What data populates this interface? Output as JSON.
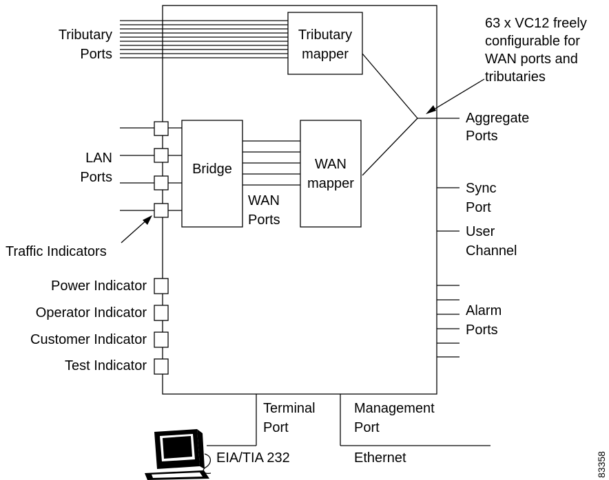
{
  "labels": {
    "tributary_ports": [
      "Tributary",
      "Ports"
    ],
    "tributary_mapper": [
      "Tributary",
      "mapper"
    ],
    "vc12_note": [
      "63 x VC12 freely",
      "configurable for",
      "WAN ports and",
      "tributaries"
    ],
    "aggregate_ports": [
      "Aggregate",
      "Ports"
    ],
    "lan_ports": [
      "LAN",
      "Ports"
    ],
    "bridge": "Bridge",
    "wan_mapper": [
      "WAN",
      "mapper"
    ],
    "wan_ports": [
      "WAN",
      "Ports"
    ],
    "sync_port": [
      "Sync",
      "Port"
    ],
    "user_channel": [
      "User",
      "Channel"
    ],
    "traffic_indicators": "Traffic Indicators",
    "power_indicator": "Power Indicator",
    "operator_indicator": "Operator Indicator",
    "customer_indicator": "Customer Indicator",
    "test_indicator": "Test Indicator",
    "alarm_ports": [
      "Alarm",
      "Ports"
    ],
    "terminal_port": [
      "Terminal",
      "Port"
    ],
    "management_port": [
      "Management",
      "Port"
    ],
    "eia_tia_232": "EIA/TIA 232",
    "ethernet": "Ethernet",
    "figure_id": "83358"
  },
  "icons": {
    "computer": "computer-terminal-icon"
  }
}
